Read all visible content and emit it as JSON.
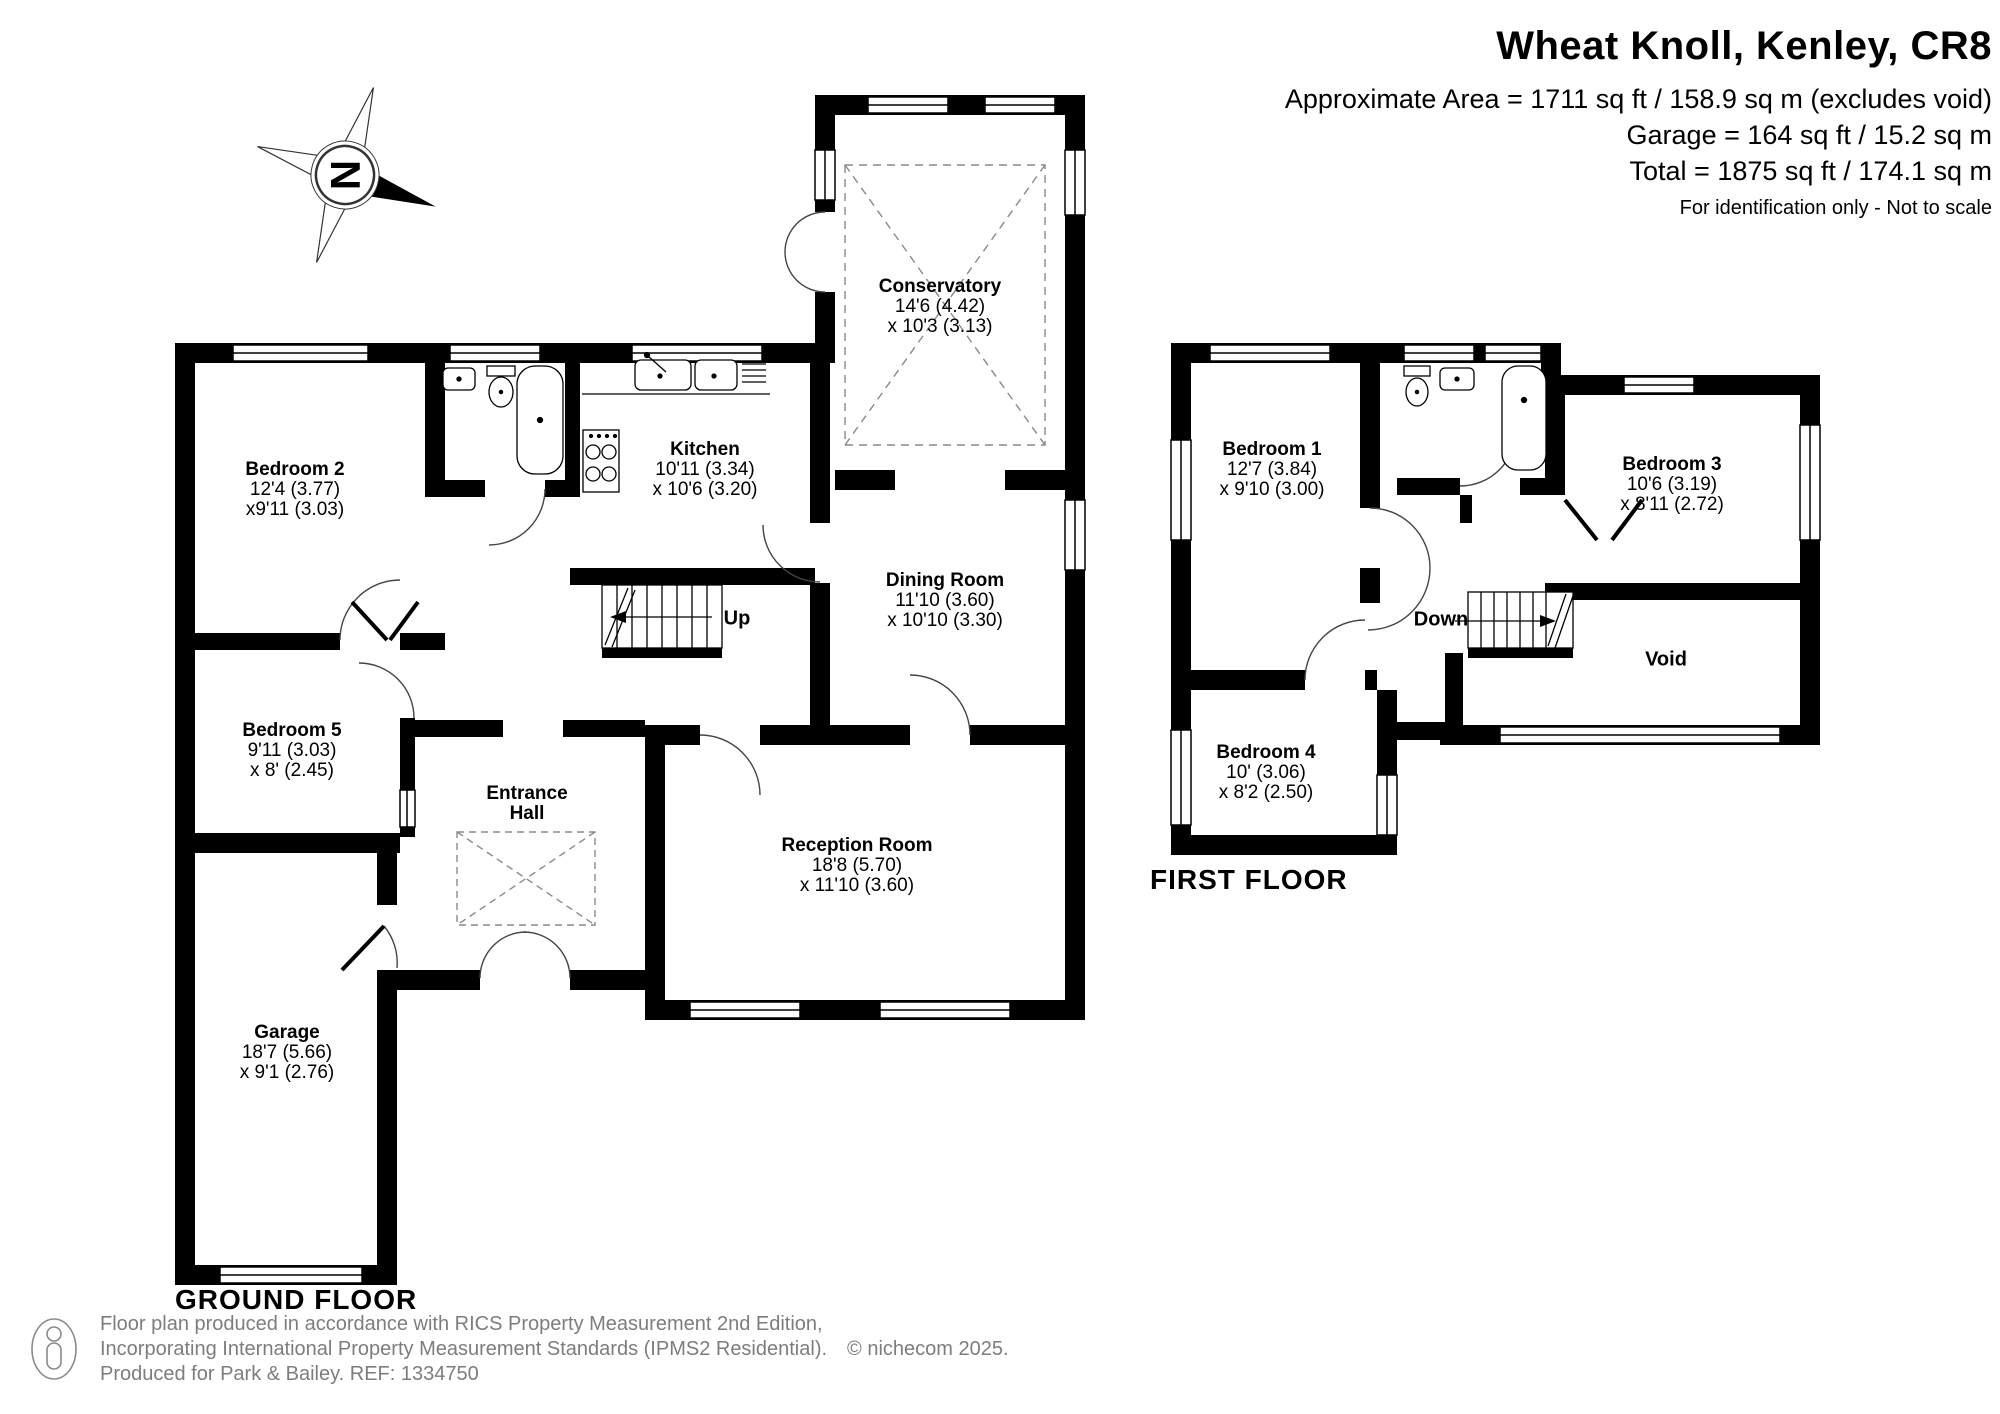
{
  "header": {
    "title": "Wheat Knoll, Kenley, CR8",
    "area_line": "Approximate Area = 1711 sq ft / 158.9 sq m (excludes void)",
    "garage_line": "Garage = 164 sq ft / 15.2 sq m",
    "total_line": "Total = 1875 sq ft / 174.1 sq m",
    "note": "For identification only - Not to scale"
  },
  "compass": {
    "north_label": "N"
  },
  "ground_floor": {
    "floor_label": "GROUND FLOOR",
    "stairs_label": "Up",
    "rooms": {
      "conservatory": {
        "name": "Conservatory",
        "dim1": "14'6 (4.42)",
        "dim2": "x 10'3 (3.13)"
      },
      "kitchen": {
        "name": "Kitchen",
        "dim1": "10'11 (3.34)",
        "dim2": "x 10'6 (3.20)"
      },
      "bedroom2": {
        "name": "Bedroom 2",
        "dim1": "12'4 (3.77)",
        "dim2": "x9'11 (3.03)"
      },
      "bedroom5": {
        "name": "Bedroom 5",
        "dim1": "9'11 (3.03)",
        "dim2": "x 8' (2.45)"
      },
      "dining": {
        "name": "Dining Room",
        "dim1": "11'10 (3.60)",
        "dim2": "x 10'10 (3.30)"
      },
      "reception": {
        "name": "Reception Room",
        "dim1": "18'8 (5.70)",
        "dim2": "x 11'10 (3.60)"
      },
      "entrance": {
        "name": "Entrance",
        "name2": "Hall"
      },
      "garage": {
        "name": "Garage",
        "dim1": "18'7 (5.66)",
        "dim2": "x 9'1 (2.76)"
      }
    }
  },
  "first_floor": {
    "floor_label": "FIRST FLOOR",
    "stairs_label": "Down",
    "rooms": {
      "bedroom1": {
        "name": "Bedroom 1",
        "dim1": "12'7 (3.84)",
        "dim2": "x 9'10 (3.00)"
      },
      "bedroom3": {
        "name": "Bedroom 3",
        "dim1": "10'6 (3.19)",
        "dim2": "x 8'11 (2.72)"
      },
      "bedroom4": {
        "name": "Bedroom 4",
        "dim1": "10' (3.06)",
        "dim2": "x 8'2 (2.50)"
      },
      "void": {
        "name": "Void"
      }
    }
  },
  "footer": {
    "line1": "Floor plan produced in accordance with RICS Property Measurement 2nd Edition,",
    "line2": "Incorporating International Property Measurement Standards (IPMS2 Residential).",
    "copyright": "© nichecom 2025.",
    "line3": "Produced for Park & Bailey.   REF:  1334750"
  },
  "colors": {
    "wall": "#000000",
    "text": "#000000",
    "footer_text": "#7d7d7d"
  }
}
